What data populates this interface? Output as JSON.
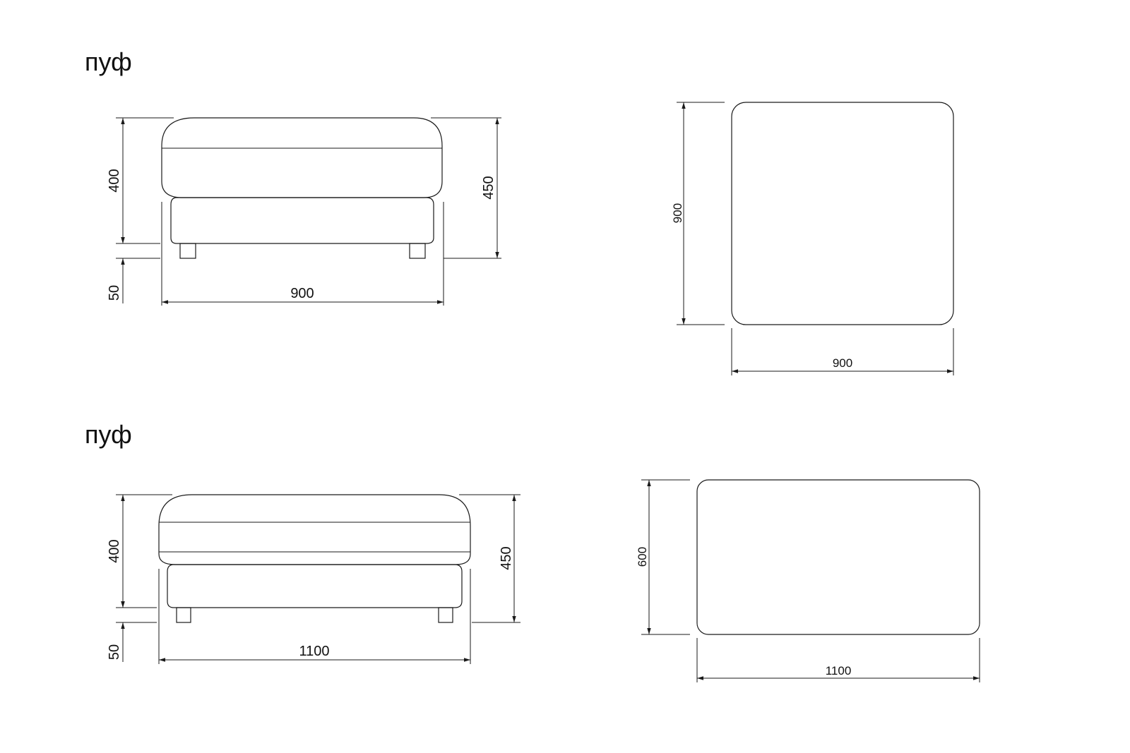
{
  "sections": [
    {
      "title": "пуф",
      "front_view": {
        "height_seat": "400",
        "height_total": "450",
        "leg_height": "50",
        "width": "900"
      },
      "top_view": {
        "depth": "900",
        "width": "900"
      }
    },
    {
      "title": "пуф",
      "front_view": {
        "height_seat": "400",
        "height_total": "450",
        "leg_height": "50",
        "width": "1100"
      },
      "top_view": {
        "depth": "600",
        "width": "1100"
      }
    }
  ],
  "colors": {
    "line": "#1a1a1a",
    "background": "#ffffff"
  }
}
